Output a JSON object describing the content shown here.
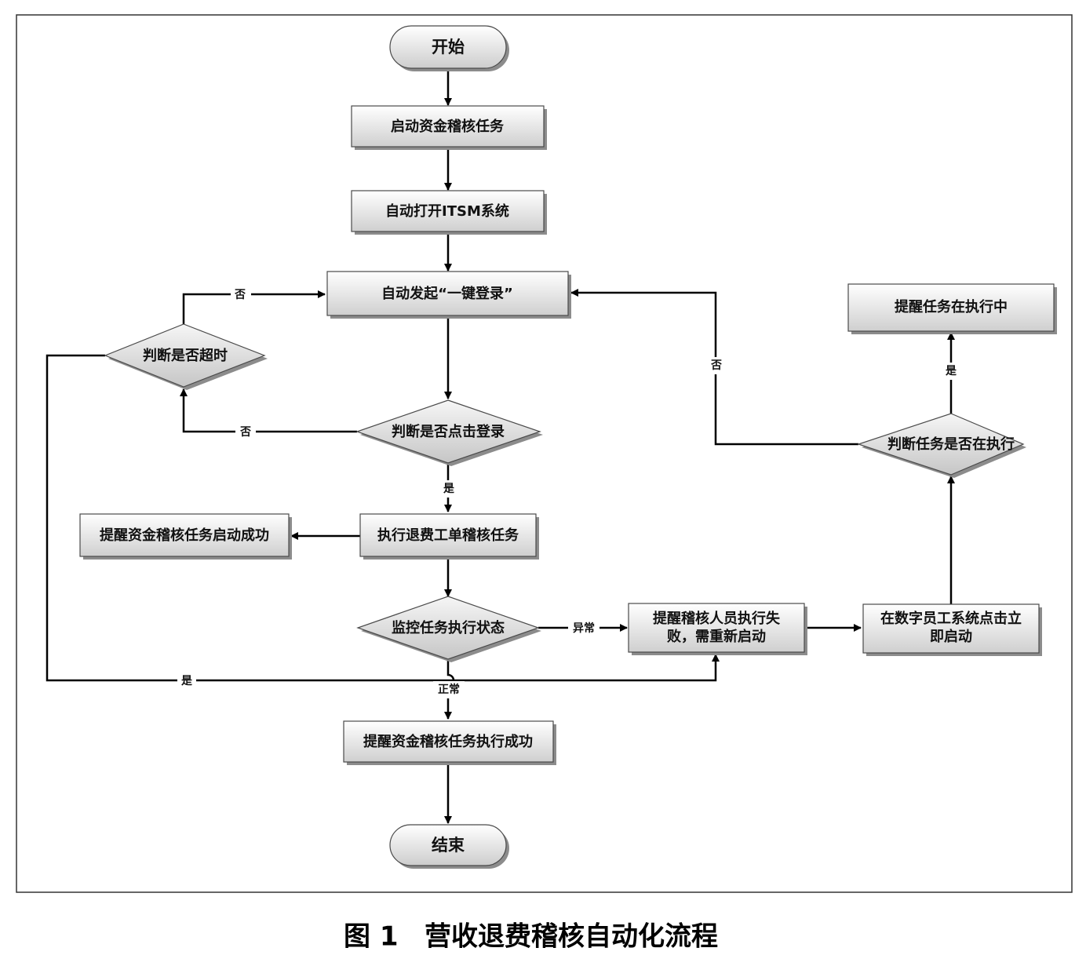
{
  "nodes": {
    "start": "开始",
    "launch_task": "启动资金稽核任务",
    "open_itsm": "自动打开ITSM系统",
    "one_click_login": "自动发起“一键登录”",
    "check_timeout": "判断是否超时",
    "check_login_clicked": "判断是否点击登录",
    "run_refund_audit": "执行退费工单稽核任务",
    "notify_launch_success": "提醒资金稽核任务启动成功",
    "monitor_status": "监控任务执行状态",
    "notify_failure_line1": "提醒稽核人员执行失",
    "notify_failure_line2": "败，需重新启动",
    "restart_line1": "在数字员工系统点击立",
    "restart_line2": "即启动",
    "check_running": "判断任务是否在执行",
    "notify_running": "提醒任务在执行中",
    "notify_exec_success": "提醒资金稽核任务执行成功",
    "end": "结束"
  },
  "edges": {
    "timeout_no": "否",
    "login_no": "否",
    "login_yes": "是",
    "timeout_yes": "是",
    "abnormal": "异常",
    "normal": "正常",
    "running_no": "否",
    "running_yes": "是"
  },
  "caption": {
    "figure_number": "图 1",
    "title": "营收退费稽核自动化流程"
  }
}
